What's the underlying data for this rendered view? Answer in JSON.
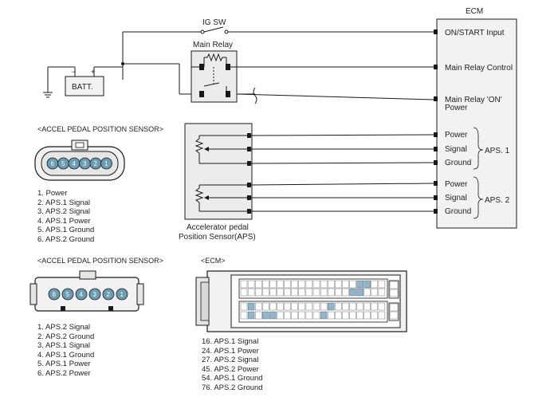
{
  "ecm": {
    "title": "ECM",
    "inputs": [
      "ON/START Input",
      "Main Relay Control",
      "Main Relay 'ON'",
      "Power"
    ],
    "aps1_pins": [
      "Power",
      "Signal",
      "Ground"
    ],
    "aps2_pins": [
      "Power",
      "Signal",
      "Ground"
    ],
    "aps1_label": "APS. 1",
    "aps2_label": "APS. 2"
  },
  "circuit": {
    "ig_sw": "IG SW",
    "main_relay": "Main Relay",
    "batt": "BATT."
  },
  "sensor": {
    "label_line1": "Accelerator pedal",
    "label_line2": "Position Sensor(APS)"
  },
  "connector1": {
    "title": "<ACCEL PEDAL POSITION SENSOR>",
    "pins": [
      "6",
      "5",
      "4",
      "3",
      "2",
      "1"
    ],
    "legend": [
      "1. Power",
      "2. APS.1  Signal",
      "3. APS.2  Signal",
      "4. APS.1 Power",
      "5. APS.1 Ground",
      "6. APS.2 Ground"
    ]
  },
  "connector2": {
    "title": "<ACCEL PEDAL POSITION SENSOR>",
    "pins": [
      "6",
      "5",
      "4",
      "3",
      "2",
      "1"
    ],
    "legend": [
      "1. APS.2 Signal",
      "2. APS.2 Ground",
      "3. APS.1 Signal",
      "4. APS.1 Ground",
      "5. APS.1 Power",
      "6. APS.2 Power"
    ]
  },
  "ecm_connector": {
    "title": "<ECM>",
    "legend": [
      "16. APS.1 Signal",
      "24. APS.1 Power",
      "27. APS.2 Signal",
      "45. APS.2 Power",
      "54. APS.1 Ground",
      "76. APS.2 Ground"
    ]
  },
  "colors": {
    "line": "#1a1a1a",
    "ecm_fill": "#f2f2f2",
    "pin_fill": "#6a9cb4",
    "pin_highlight": "#8fb6cc"
  }
}
